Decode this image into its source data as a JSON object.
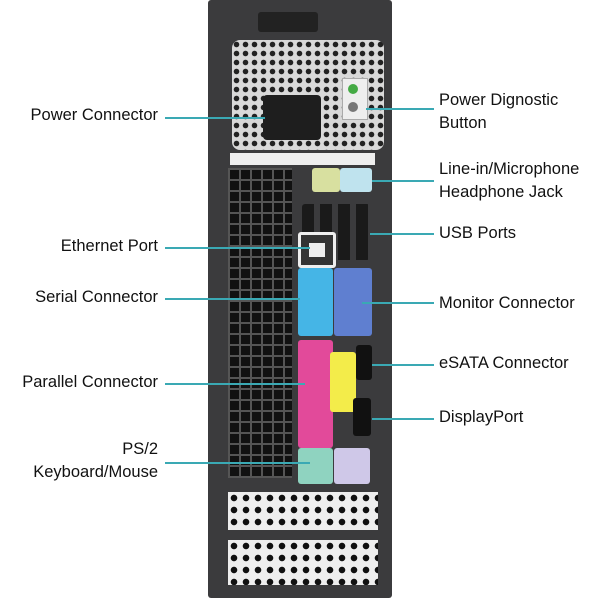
{
  "labels": {
    "power_connector": "Power Connector",
    "power_diag_1": "Power Dignostic",
    "power_diag_2": "Button",
    "line_in_1": "Line-in/Microphone",
    "line_in_2": "Headphone Jack",
    "ethernet": "Ethernet Port",
    "usb": "USB Ports",
    "serial": "Serial Connector",
    "monitor": "Monitor Connector",
    "parallel": "Parallel Connector",
    "esata": "eSATA Connector",
    "displayport": "DisplayPort",
    "ps2_1": "PS/2",
    "ps2_2": "Keyboard/Mouse"
  },
  "colors": {
    "leader_line": "#3aa9b4"
  }
}
